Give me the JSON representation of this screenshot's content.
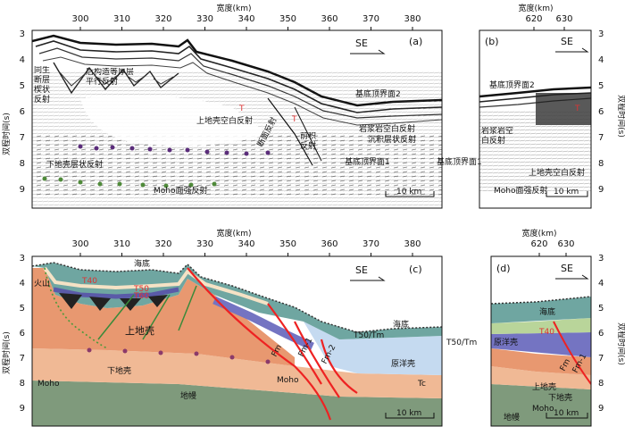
{
  "panels": {
    "a": {
      "letter": "(a)",
      "direction": "SE",
      "scalebar": "10 km"
    },
    "b": {
      "letter": "(b)",
      "direction": "SE",
      "scalebar": "10 km"
    },
    "c": {
      "letter": "(c)",
      "direction": "SE",
      "scalebar": "10 km"
    },
    "d": {
      "letter": "(d)",
      "direction": "SE",
      "scalebar": "10 km"
    }
  },
  "axes": {
    "x_title": "宽度(km)",
    "y_title": "双程时间(s)",
    "x_ticks_main": [
      "300",
      "310",
      "320",
      "330",
      "340",
      "350",
      "360",
      "370",
      "380"
    ],
    "x_ticks_side": [
      "620",
      "630"
    ],
    "y_ticks": [
      "3",
      "4",
      "5",
      "6",
      "7",
      "8",
      "9"
    ]
  },
  "labels_a": {
    "growth_fault": "同生断层楔状反射",
    "post_tectonic": "后构造等厚层平行反射",
    "basement2": "基底顶界面2",
    "upper_crust_blank": "上地壳空白反射",
    "fault_plane": "断面反射",
    "prograde": "前积反射",
    "magmatic": "岩浆岩空白反射",
    "sediment": "沉积层状反射",
    "lower_crust": "下地壳层状反射",
    "basement1": "基底顶界面1",
    "moho": "Moho面强反射"
  },
  "labels_b": {
    "basement2": "基底顶界面2",
    "magmatic": "岩浆岩空白反射",
    "basement1": "基底顶界面1",
    "upper_crust_blank": "上地壳空白反射",
    "moho": "Moho面强反射"
  },
  "labels_c": {
    "seafloor": "海底",
    "seafloor2": "海底",
    "volcano": "火山",
    "t40": "T40",
    "t50": "T50",
    "t60": "T60",
    "upper_crust": "上地壳",
    "lower_crust": "下地壳",
    "moho": "Moho",
    "moho2": "Moho",
    "mantle": "地幔",
    "oceanic": "原洋壳",
    "t50tm": "T50/Tm",
    "tc": "Tc",
    "fm": "Fm",
    "fm1": "Fm-1",
    "fm2": "Fm-2"
  },
  "labels_d": {
    "seafloor": "海底",
    "t40": "T40",
    "t50tm": "T50/Tm",
    "oceanic": "原洋壳",
    "upper_crust": "上地壳",
    "lower_crust": "下地壳",
    "moho": "Moho",
    "mantle": "地幔",
    "fm": "Fm",
    "fm1": "Fm-1"
  }
}
